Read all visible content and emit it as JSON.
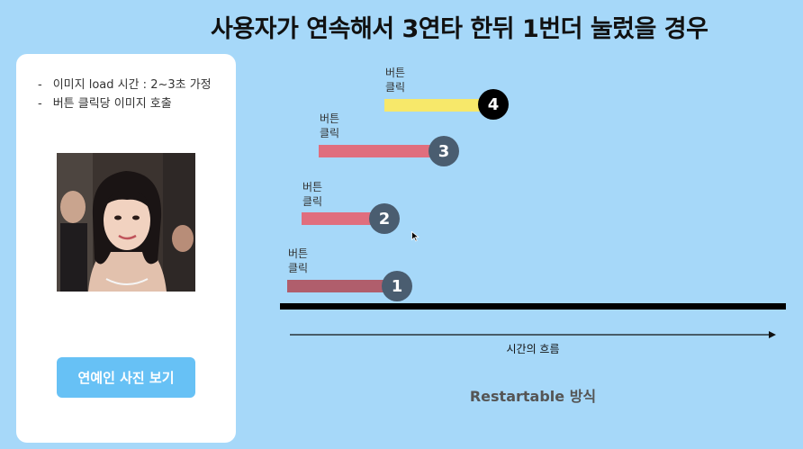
{
  "title": "사용자가 연속해서 3연타 한뒤 1번더 눌렀을 경우",
  "notes": [
    "이미지 load 시간 : 2~3초 가정",
    "버튼 클릭당 이미지 호출"
  ],
  "photo_button_label": "연예인 사진 보기",
  "clicks": [
    {
      "number": "1",
      "label": "버튼 클릭",
      "color": "#b05e6c",
      "badge_color": "#4a5d70"
    },
    {
      "number": "2",
      "label": "버튼 클릭",
      "color": "#e06e7e",
      "badge_color": "#4a5d70"
    },
    {
      "number": "3",
      "label": "버튼 클릭",
      "color": "#e06e7e",
      "badge_color": "#4a5d70"
    },
    {
      "number": "4",
      "label": "버튼 클릭",
      "color": "#f7e86a",
      "badge_color": "#000000"
    }
  ],
  "time_axis_label": "시간의 흐름",
  "caption": "Restartable 방식",
  "colors": {
    "background": "#a6d8f9",
    "button": "#67c1f5"
  }
}
